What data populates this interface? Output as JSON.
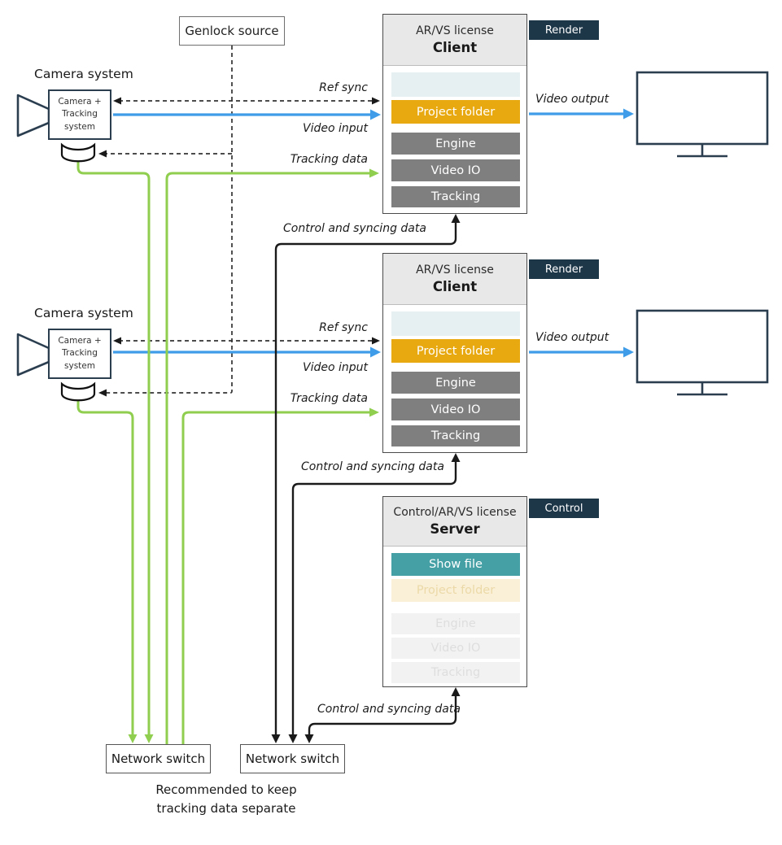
{
  "genlock": {
    "label": "Genlock source"
  },
  "cameras": [
    {
      "title": "Camera system",
      "body": "Camera +\nTracking\nsystem"
    },
    {
      "title": "Camera system",
      "body": "Camera +\nTracking\nsystem"
    }
  ],
  "clients": [
    {
      "license": "AR/VS license",
      "role": "Client",
      "tag": "Render",
      "rows": {
        "project_folder": "Project folder",
        "engine": "Engine",
        "video_io": "Video IO",
        "tracking": "Tracking"
      }
    },
    {
      "license": "AR/VS license",
      "role": "Client",
      "tag": "Render",
      "rows": {
        "project_folder": "Project folder",
        "engine": "Engine",
        "video_io": "Video IO",
        "tracking": "Tracking"
      }
    }
  ],
  "server": {
    "license": "Control/AR/VS license",
    "role": "Server",
    "tag": "Control",
    "rows": {
      "show_file": "Show file",
      "project_folder": "Project folder",
      "engine": "Engine",
      "video_io": "Video IO",
      "tracking": "Tracking"
    }
  },
  "switches": [
    {
      "label": "Network switch"
    },
    {
      "label": "Network switch"
    }
  ],
  "labels": {
    "ref_sync": "Ref sync",
    "video_input": "Video input",
    "tracking_data": "Tracking data",
    "video_output": "Video output",
    "control": "Control and syncing data"
  },
  "caption": "Recommended to keep\ntracking data separate",
  "colors": {
    "navy": "#1d3648",
    "box_border": "#4a4a4a",
    "orange_project": "#e8a80f",
    "teal_show_file": "#45a0a6",
    "gray_row": "#7f7f7f",
    "slot_blue": "#e6eff2",
    "pale_amber": "#faf0d7",
    "faded_row": "#f2f2f2",
    "green_tracking": "#8fce4e",
    "blue_video": "#3f9ce8",
    "black_control": "#1a1a1a",
    "dashed_sync": "#333333"
  }
}
